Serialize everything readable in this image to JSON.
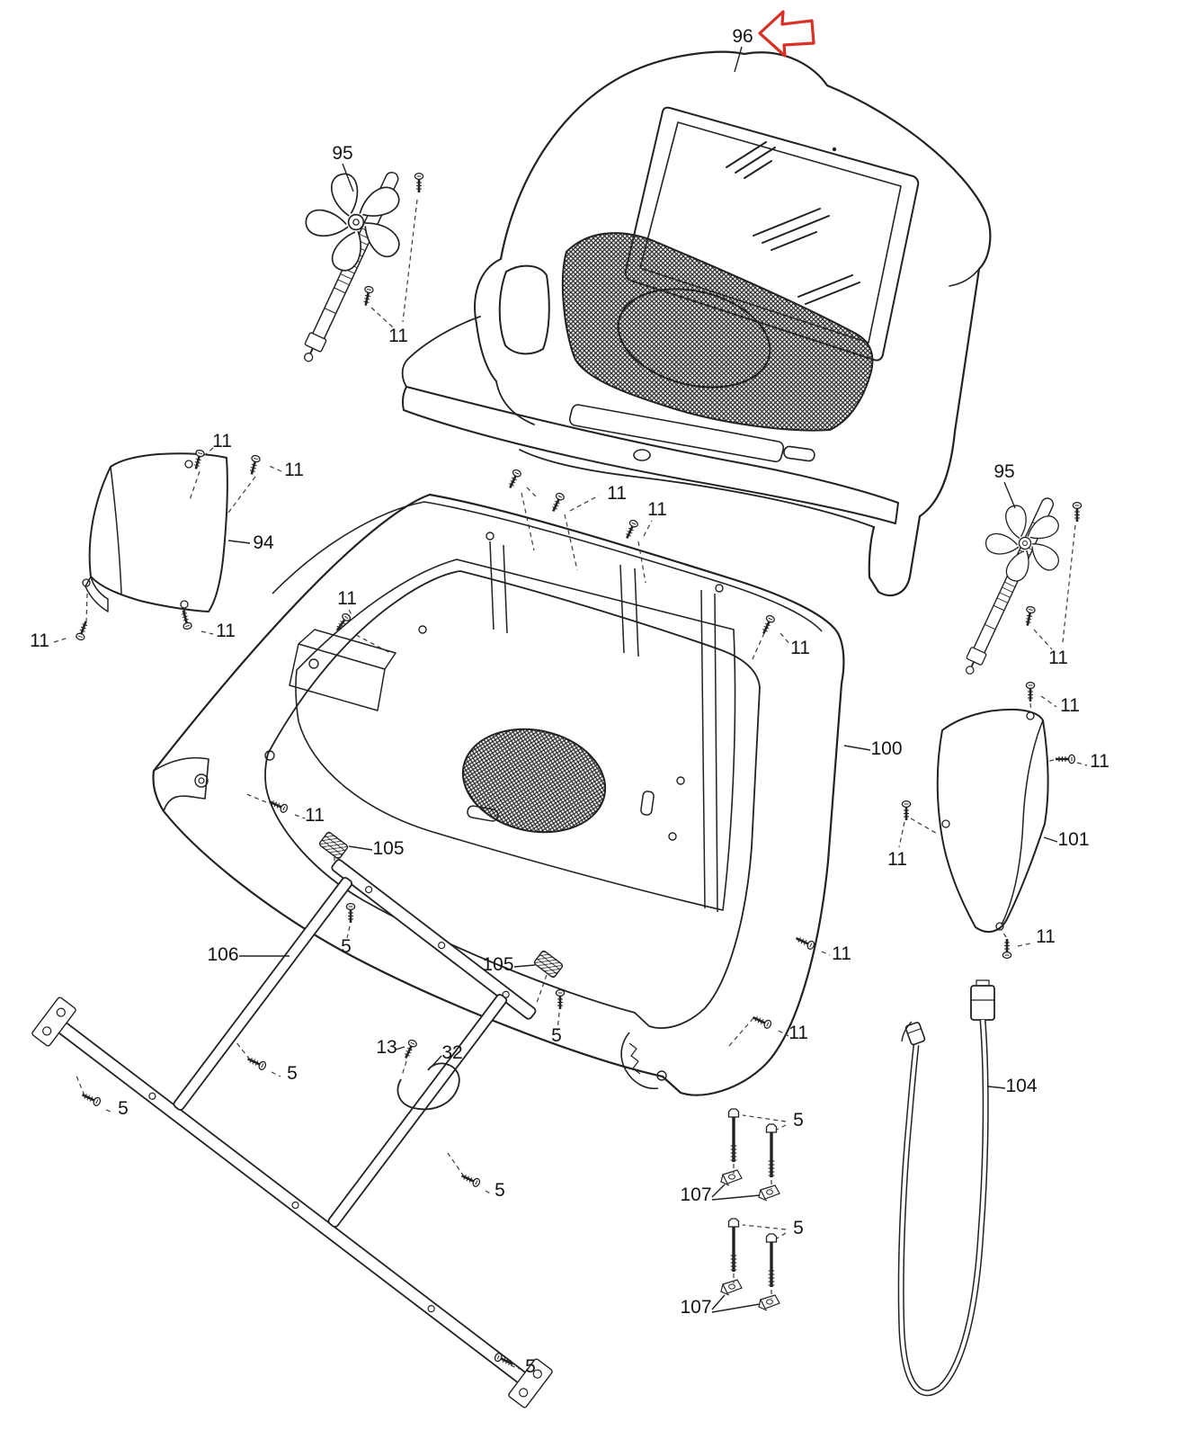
{
  "figure": {
    "kind": "exploded-parts-diagram",
    "colors": {
      "background": "#ffffff",
      "line": "#222222",
      "mesh_fill": "#2f2f2f",
      "highlight_arrow": "#d93026"
    },
    "icons": {
      "highlight_arrow": "left-arrow-icon",
      "fastener_small": "screw-icon",
      "fastener_large": "bolt-icon"
    }
  },
  "part_labels": [
    {
      "text": "96"
    },
    {
      "text": "95"
    },
    {
      "text": "11"
    },
    {
      "text": "11"
    },
    {
      "text": "11"
    },
    {
      "text": "94"
    },
    {
      "text": "11"
    },
    {
      "text": "11"
    },
    {
      "text": "11"
    },
    {
      "text": "11"
    },
    {
      "text": "11"
    },
    {
      "text": "11"
    },
    {
      "text": "95"
    },
    {
      "text": "11"
    },
    {
      "text": "11"
    },
    {
      "text": "11"
    },
    {
      "text": "100"
    },
    {
      "text": "11"
    },
    {
      "text": "101"
    },
    {
      "text": "11"
    },
    {
      "text": "11"
    },
    {
      "text": "105"
    },
    {
      "text": "5"
    },
    {
      "text": "106"
    },
    {
      "text": "105"
    },
    {
      "text": "11"
    },
    {
      "text": "5"
    },
    {
      "text": "13"
    },
    {
      "text": "32"
    },
    {
      "text": "11"
    },
    {
      "text": "104"
    },
    {
      "text": "5"
    },
    {
      "text": "5"
    },
    {
      "text": "5"
    },
    {
      "text": "107"
    },
    {
      "text": "5"
    },
    {
      "text": "5"
    },
    {
      "text": "107"
    },
    {
      "text": "5"
    }
  ]
}
